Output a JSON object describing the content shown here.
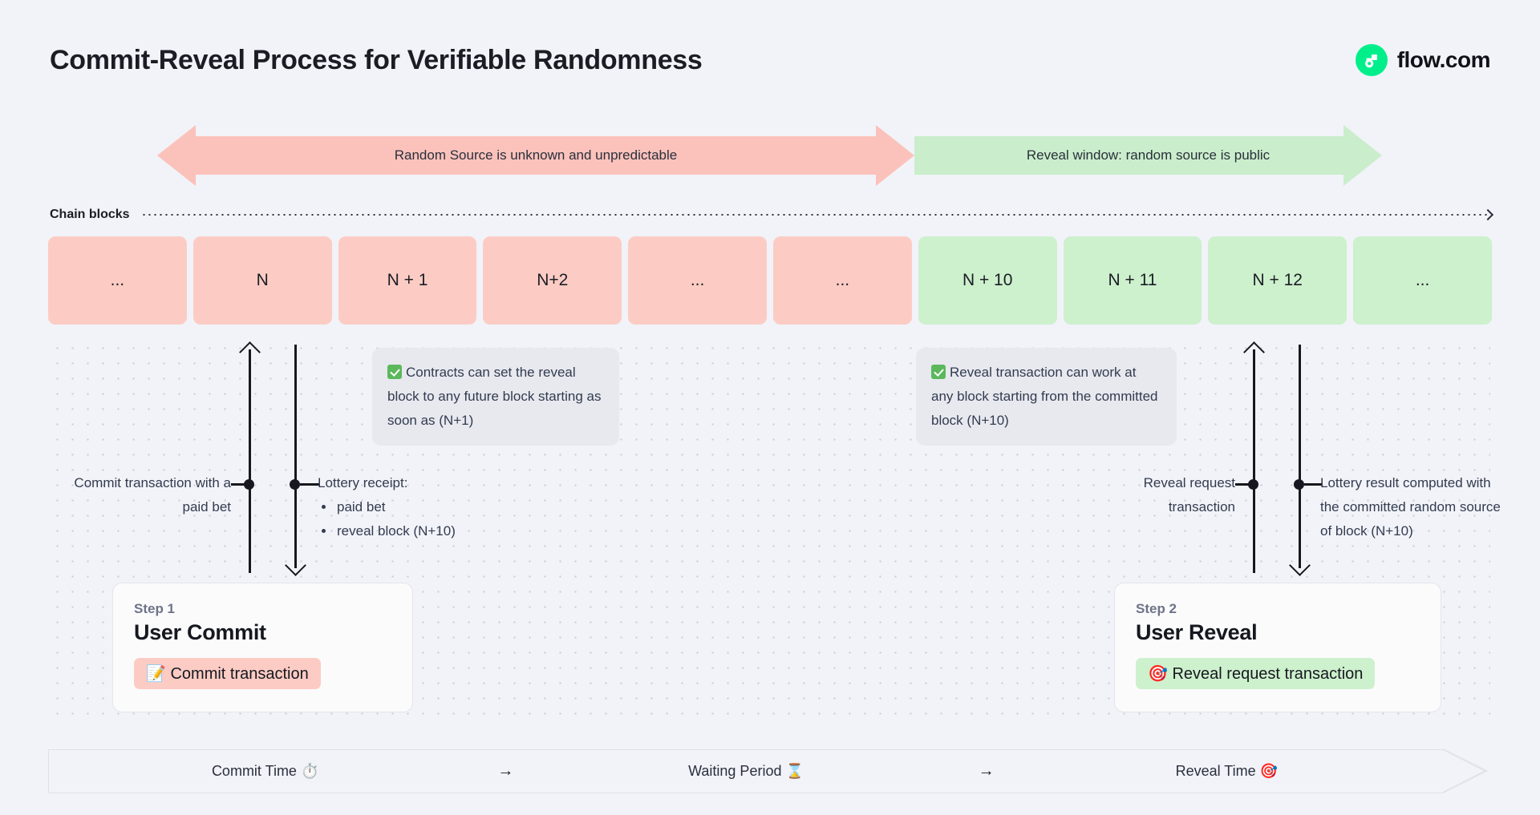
{
  "header": {
    "title": "Commit-Reveal Process for Verifiable Randomness",
    "brand_name": "flow.com",
    "brand_color": "#00ef8b"
  },
  "banners": [
    {
      "id": "unknown",
      "label": "Random Source is unknown and unpredictable",
      "color": "#fbc2bb",
      "direction": "both"
    },
    {
      "id": "reveal",
      "label": "Reveal window: random source is public",
      "color": "#caeecb",
      "direction": "right"
    }
  ],
  "chain_axis": {
    "label": "Chain blocks"
  },
  "blocks": [
    {
      "label": "...",
      "state": "pink"
    },
    {
      "label": "N",
      "state": "pink"
    },
    {
      "label": "N + 1",
      "state": "pink"
    },
    {
      "label": "N+2",
      "state": "pink"
    },
    {
      "label": "...",
      "state": "pink"
    },
    {
      "label": "...",
      "state": "pink"
    },
    {
      "label": "N + 10",
      "state": "green"
    },
    {
      "label": "N + 11",
      "state": "green"
    },
    {
      "label": "N + 12",
      "state": "green"
    },
    {
      "label": "...",
      "state": "green"
    }
  ],
  "notes": [
    {
      "id": "commit-note",
      "text": "Contracts can set the reveal block to any future block starting as soon as (N+1)"
    },
    {
      "id": "reveal-note",
      "text": "Reveal transaction can work at any block starting from the committed block (N+10)"
    }
  ],
  "callouts": {
    "commit_tx": "Commit transaction with a paid bet",
    "lottery_receipt_title": "Lottery receipt:",
    "lottery_receipt_items": [
      "paid bet",
      "reveal block (N+10)"
    ],
    "reveal_request": "Reveal request transaction",
    "lottery_result": "Lottery result computed with the committed random source of block (N+10)"
  },
  "steps": [
    {
      "kicker": "Step 1",
      "title": "User Commit",
      "pill_emoji": "📝",
      "pill_label": "Commit transaction",
      "pill_color": "#fcccc4"
    },
    {
      "kicker": "Step 2",
      "title": "User Reveal",
      "pill_emoji": "🎯",
      "pill_label": "Reveal request transaction",
      "pill_color": "#cdf0cd"
    }
  ],
  "timeline": {
    "segments": [
      {
        "label": "Commit Time",
        "emoji": "⏱️"
      },
      {
        "label": "Waiting Period",
        "emoji": "⌛"
      },
      {
        "label": "Reveal Time",
        "emoji": "🎯"
      }
    ],
    "separator": "→"
  }
}
